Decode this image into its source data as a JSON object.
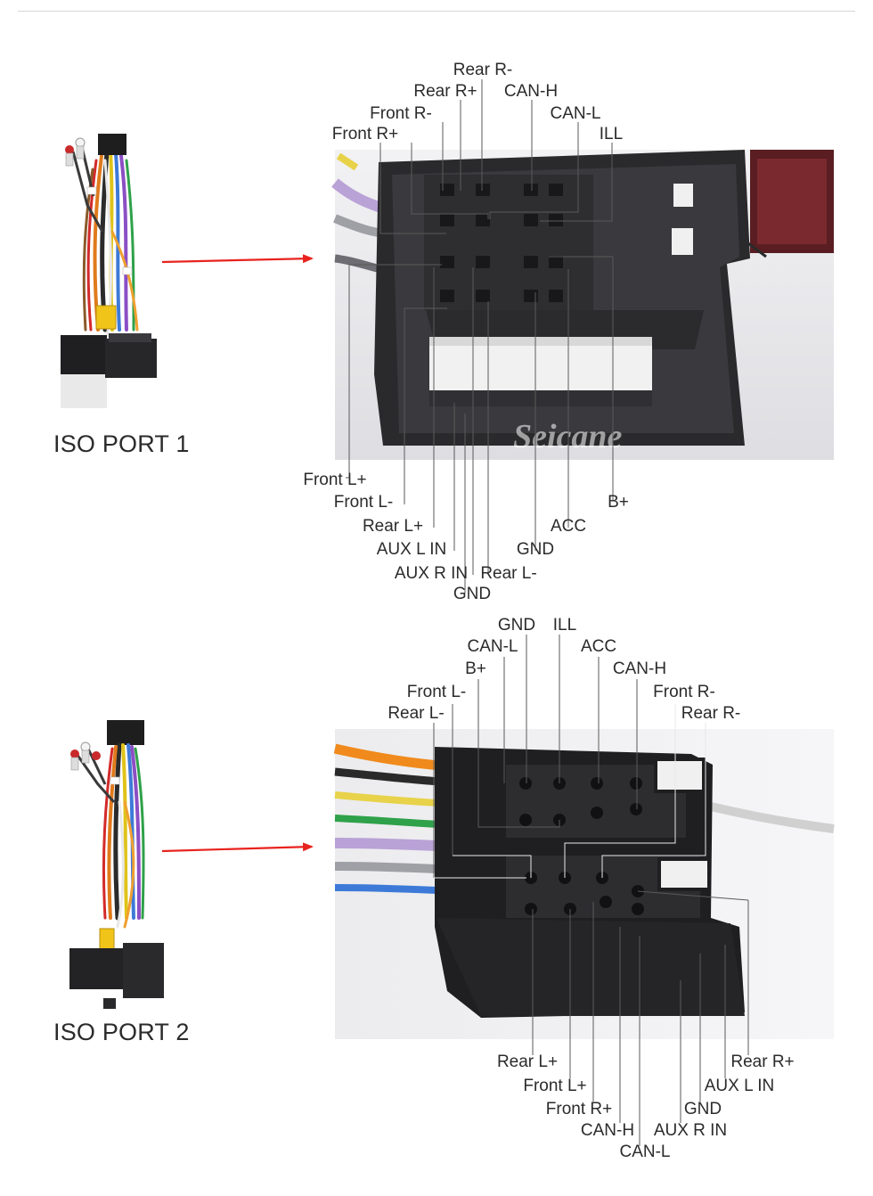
{
  "ports": [
    {
      "title": "ISO PORT 1",
      "watermark": "Seicane",
      "labels_top": [
        "Rear R-",
        "Rear R+",
        "CAN-H",
        "Front R-",
        "CAN-L",
        "Front R+",
        "ILL"
      ],
      "labels_bottom": [
        "Front L+",
        "Front L-",
        "B+",
        "Rear L+",
        "ACC",
        "AUX L IN",
        "GND",
        "AUX R IN",
        "Rear L-",
        "GND"
      ]
    },
    {
      "title": "ISO PORT 2",
      "labels_top": [
        "GND",
        "ILL",
        "CAN-L",
        "ACC",
        "B+",
        "CAN-H",
        "Front L-",
        "Front R-",
        "Rear L-",
        "Rear R-"
      ],
      "labels_bottom": [
        "Rear L+",
        "Rear R+",
        "Front L+",
        "AUX L IN",
        "Front R+",
        "GND",
        "CAN-H",
        "AUX R IN",
        "CAN-L"
      ]
    }
  ],
  "colors": {
    "arrow": "#e8231e",
    "connector": "#2a2a2c",
    "leader": "#5a5a5a"
  },
  "icons": [
    "harness-image",
    "arrow-right-icon",
    "connector-photo"
  ]
}
